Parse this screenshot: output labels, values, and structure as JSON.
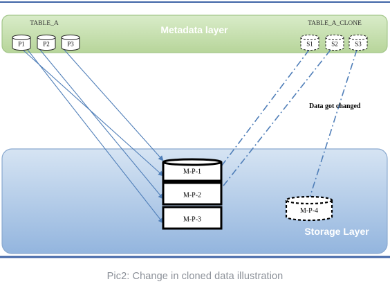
{
  "metadata_layer": {
    "label": "Metadata layer"
  },
  "storage_layer": {
    "label": "Storage Layer"
  },
  "source_table": {
    "name": "TABLE_A",
    "pointers": [
      "P1",
      "P2",
      "P3"
    ]
  },
  "clone_table": {
    "name": "TABLE_A_CLONE",
    "pointers": [
      "S1",
      "S2",
      "S3"
    ]
  },
  "micro_partitions": [
    "M-P-1",
    "M-P-2",
    "M-P-3"
  ],
  "new_partition": "M-P-4",
  "annotation": "Data got changed",
  "caption": "Pic2: Change  in cloned data illustration",
  "colors": {
    "metadata_fill": "#c5dfad",
    "metadata_border": "#9fc484",
    "storage_fill": "#a9c6e6",
    "storage_border": "#7fa2cc",
    "arrow": "#4f7eb8",
    "layer_text": "#ffffff",
    "partition_border": "#000000"
  }
}
